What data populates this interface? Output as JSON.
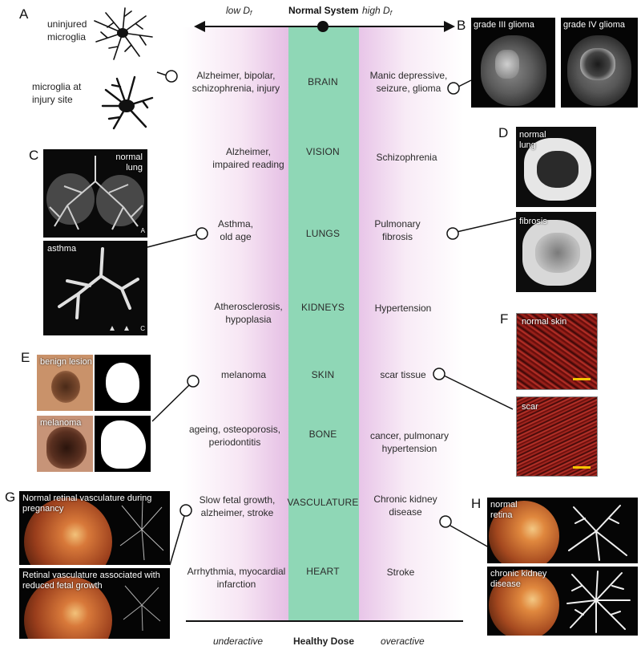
{
  "header": {
    "title": "Normal System",
    "low_prefix": "low D",
    "low_sub": "f",
    "high_prefix": "high D",
    "high_sub": "f"
  },
  "footer": {
    "left": "underactive",
    "center": "Healthy Dose",
    "right": "overactive"
  },
  "rows": [
    {
      "system": "BRAIN",
      "low": "Alzheimer, bipolar, schizophrenia, injury",
      "high": "Manic depressive, seizure, glioma"
    },
    {
      "system": "VISION",
      "low": "Alzheimer, impaired reading",
      "high": "Schizophrenia"
    },
    {
      "system": "LUNGS",
      "low": "Asthma, old age",
      "high": "Pulmonary fibrosis"
    },
    {
      "system": "KIDNEYS",
      "low": "Atherosclerosis, hypoplasia",
      "high": "Hypertension"
    },
    {
      "system": "SKIN",
      "low": "melanoma",
      "high": "scar tissue"
    },
    {
      "system": "BONE",
      "low": "ageing, osteoporosis, periodontitis",
      "high": "cancer, pulmonary hypertension"
    },
    {
      "system": "VASCULATURE",
      "low": "Slow fetal growth, alzheimer, stroke",
      "high": "Chronic kidney disease"
    },
    {
      "system": "HEART",
      "low": "Arrhythmia, myocardial infarction",
      "high": "Stroke"
    }
  ],
  "panels": {
    "A": {
      "letter": "A",
      "label1": "uninjured microglia",
      "label2": "microglia at injury site"
    },
    "B": {
      "letter": "B",
      "img1": "grade III glioma",
      "img2": "grade IV glioma"
    },
    "C": {
      "letter": "C",
      "img1": "normal lung",
      "img2": "asthma",
      "tag1": "A",
      "tag2": "C"
    },
    "D": {
      "letter": "D",
      "img1": "normal lung",
      "img2": "fibrosis"
    },
    "E": {
      "letter": "E",
      "img1": "benign lesion",
      "img2": "melanoma"
    },
    "F": {
      "letter": "F",
      "img1": "normal skin",
      "img2": "scar"
    },
    "G": {
      "letter": "G",
      "img1": "Normal retinal vasculature during pregnancy",
      "img2": "Retinal vasculature associated with reduced fetal growth"
    },
    "H": {
      "letter": "H",
      "img1": "normal retina",
      "img2": "chronic kidney disease"
    }
  },
  "colors": {
    "center_band": "#8fd7b6",
    "gradient_edge": "#e8c3e8",
    "scale_bar": "#f5c400"
  }
}
